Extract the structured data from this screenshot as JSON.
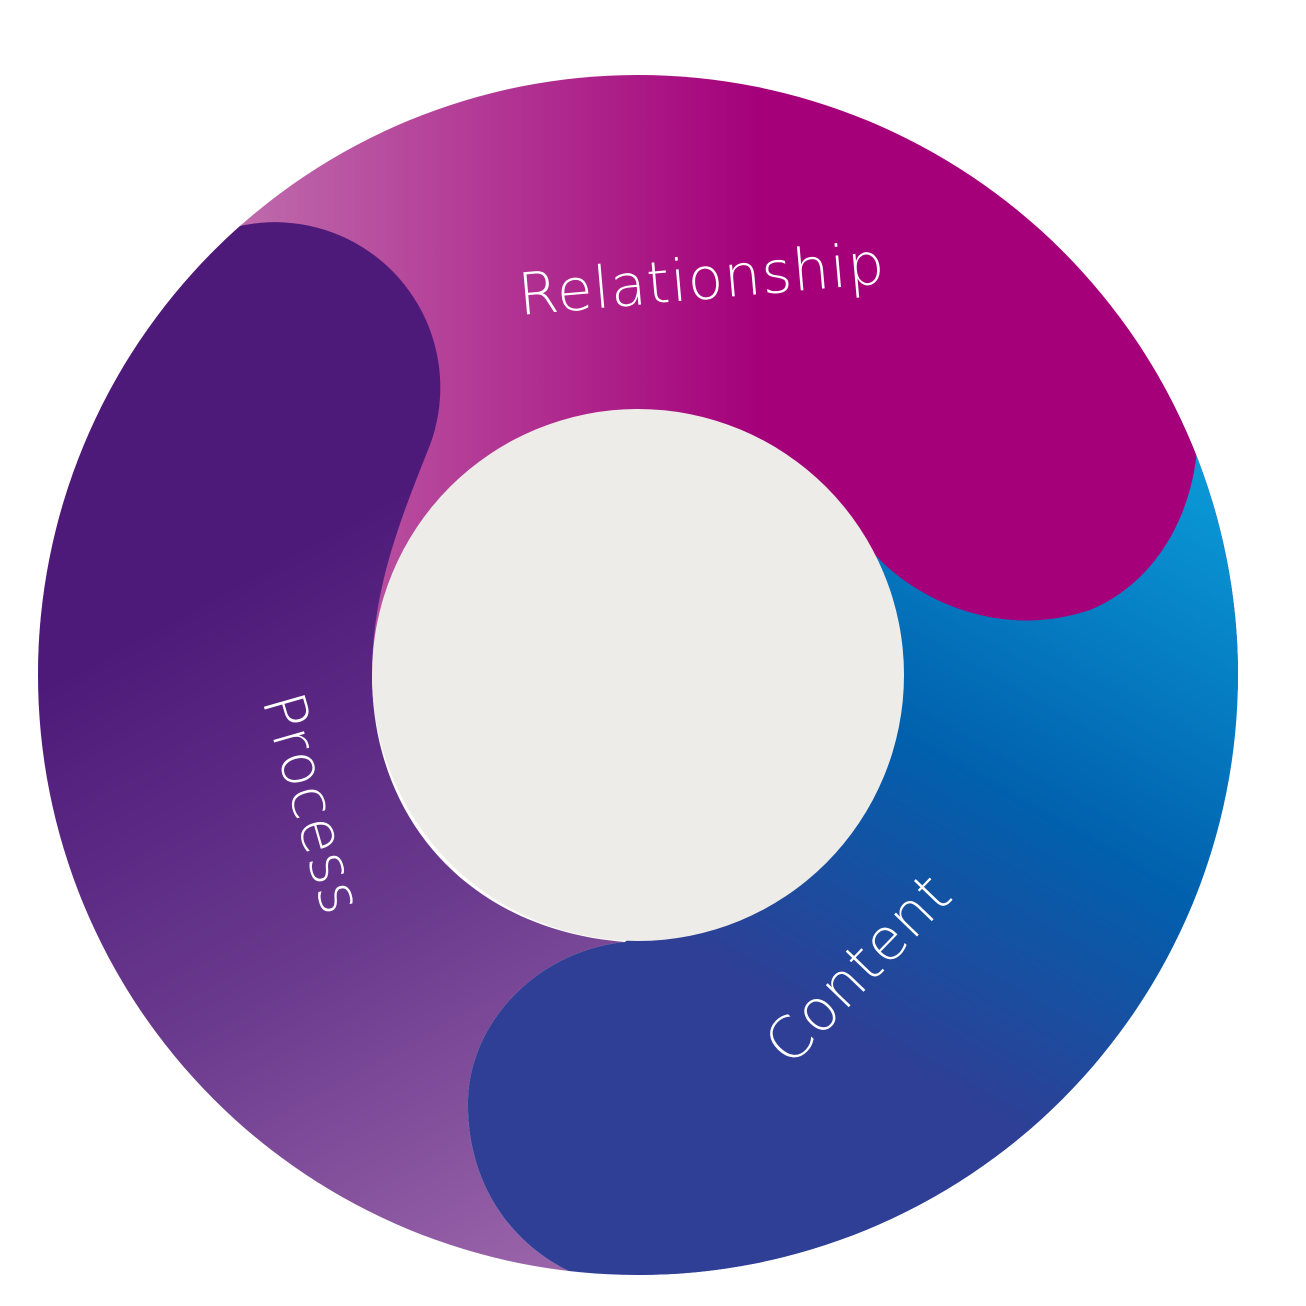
{
  "diagram": {
    "segments": [
      {
        "id": "relationship",
        "label": "Relationship",
        "color_light": "#c27bb4",
        "color_dark": "#a5007a"
      },
      {
        "id": "content",
        "label": "Content",
        "color_light": "#0ba0dc",
        "color_dark": "#2e3f95"
      },
      {
        "id": "process",
        "label": "Process",
        "color_light": "#9a64a9",
        "color_dark": "#4e1a7a"
      }
    ],
    "center_color": "#eeece8"
  }
}
